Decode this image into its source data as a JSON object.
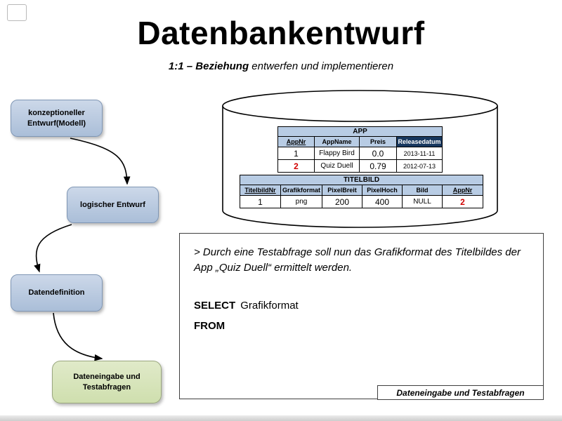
{
  "slide": {
    "title": "Datenbankentwurf",
    "subtitle": {
      "strong": "1:1 – Beziehung",
      "rest": " entwerfen und implementieren"
    }
  },
  "flowchart": {
    "nodes": [
      {
        "label": "konzeptioneller Entwurf(Modell)"
      },
      {
        "label": "logischer Entwurf"
      },
      {
        "label": "Datendefinition"
      },
      {
        "label": "Dateneingabe und Testabfragen"
      }
    ]
  },
  "database": {
    "app_table": {
      "title": "APP",
      "columns": [
        "AppNr",
        "AppName",
        "Preis",
        "Releasedatum"
      ],
      "rows": [
        [
          "1",
          "Flappy Bird",
          "0.0",
          "2013-11-11"
        ],
        [
          "2",
          "Quiz Duell",
          "0.79",
          "2012-07-13"
        ]
      ]
    },
    "titelbild_table": {
      "title": "TITELBILD",
      "columns": [
        "TitelbildNr",
        "Grafikformat",
        "PixelBreit",
        "PixelHoch",
        "Bild",
        "AppNr"
      ],
      "rows": [
        [
          "1",
          "png",
          "200",
          "400",
          "NULL",
          "2"
        ]
      ]
    }
  },
  "task": {
    "prompt": "> Durch eine Testabfrage soll nun das Grafikformat des Titelbildes der App „Quiz Duell“ ermittelt werden.",
    "sql": {
      "select_keyword": "SELECT",
      "select_argument": "Grafikformat",
      "from_keyword": "FROM"
    },
    "footer_label": "Dateneingabe und Testabfragen"
  },
  "colors": {
    "node_blue": "#b6c6dd",
    "node_green": "#d8e4bc",
    "table_header_blue": "#b8cce4",
    "table_header_dark": "#17375e",
    "highlight_red": "#d00000"
  }
}
